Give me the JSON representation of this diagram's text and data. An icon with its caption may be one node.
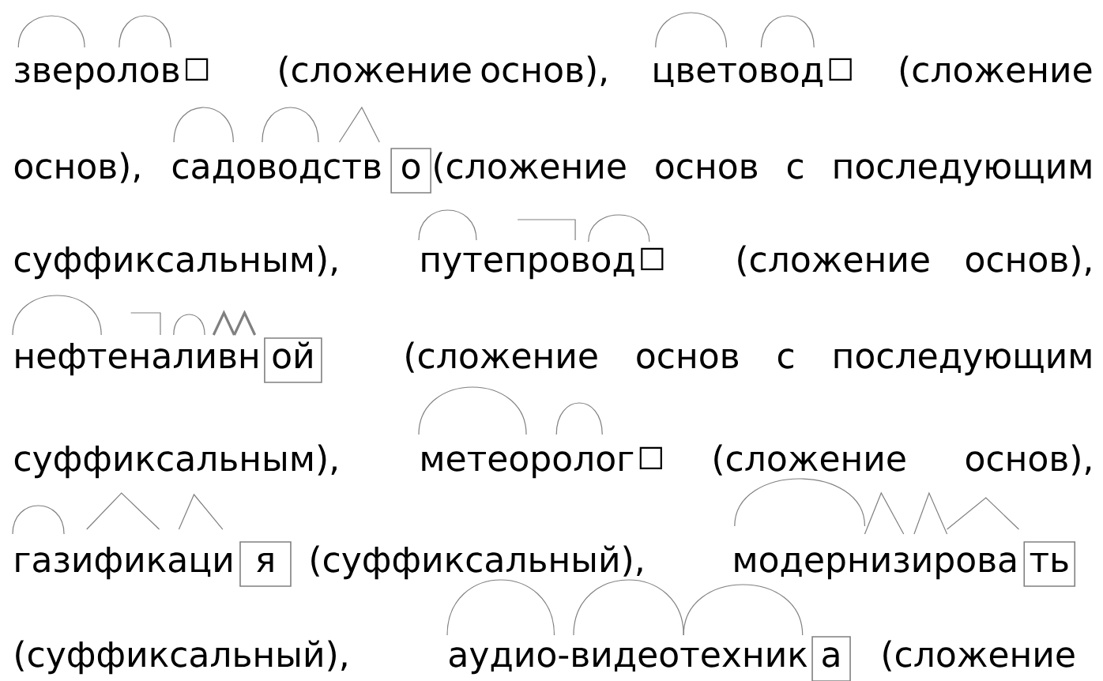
{
  "diagram": {
    "nodes": [
      {
        "text": [],
        "shape": "box",
        "beside": [
          "зверолов"
        ]
      },
      {
        "text": [],
        "shape": "box",
        "beside": [
          "цветовод"
        ]
      },
      {
        "text": [
          "о"
        ],
        "beside": [
          "садоводств"
        ]
      },
      {
        "text": [],
        "shape": "box",
        "beside": [
          "путепровод"
        ]
      },
      {
        "text": [
          "ой"
        ],
        "beside": [
          "нефтеналивн"
        ]
      },
      {
        "text": [],
        "shape": "box",
        "beside": [
          "метеоролог"
        ]
      },
      {
        "text": [
          "я"
        ],
        "beside": [
          "газификаци"
        ]
      },
      {
        "text": [
          "ть"
        ],
        "beside": [
          "модернизирова"
        ]
      },
      {
        "text": [
          "а"
        ],
        "beside": [
          "аудио-видеотехник"
        ]
      }
    ],
    "labels": [
      "(сложение основ),",
      "(сложение",
      "основ),",
      "(сложение основ с последующим",
      "суффиксальным),",
      "(сложение основ),",
      "(сложение основ с последующим",
      "суффиксальным),",
      "(сложение основ),",
      "(суффиксальный),",
      "(суффиксальный),",
      "(сложение"
    ]
  }
}
